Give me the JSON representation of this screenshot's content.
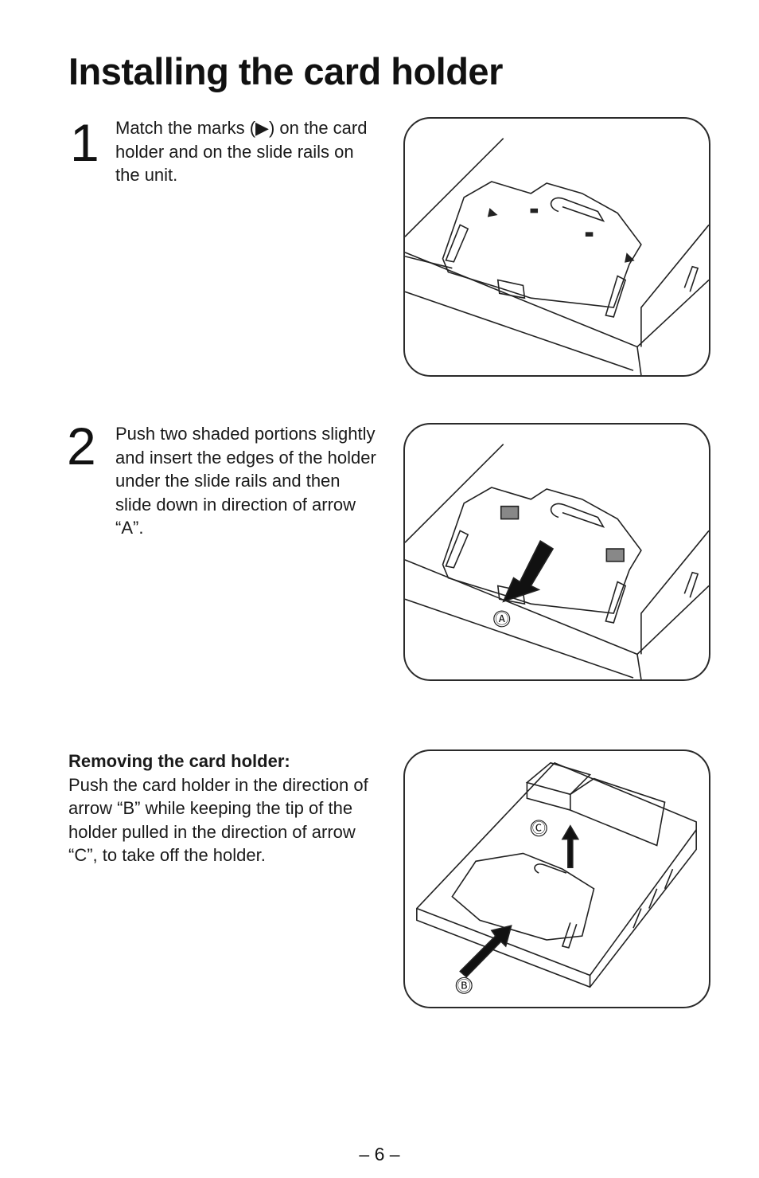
{
  "title": "Installing the card holder",
  "steps": [
    {
      "number": "1",
      "text": "Match the marks (▶) on the card holder and on the slide rails on the unit."
    },
    {
      "number": "2",
      "text": "Push two shaded portions slightly and insert the edges of the holder under the slide rails and then slide down in direction of arrow “A”."
    }
  ],
  "removing": {
    "heading": "Removing the card holder:",
    "text": "Push the card holder in the direction of arrow “B” while keeping the tip of the holder pulled in the direction of arrow “C”, to take off the holder."
  },
  "figures": {
    "fig2_label_a": "Ⓐ",
    "fig3_label_b": "Ⓑ",
    "fig3_label_c": "Ⓒ"
  },
  "page_number": "– 6 –"
}
